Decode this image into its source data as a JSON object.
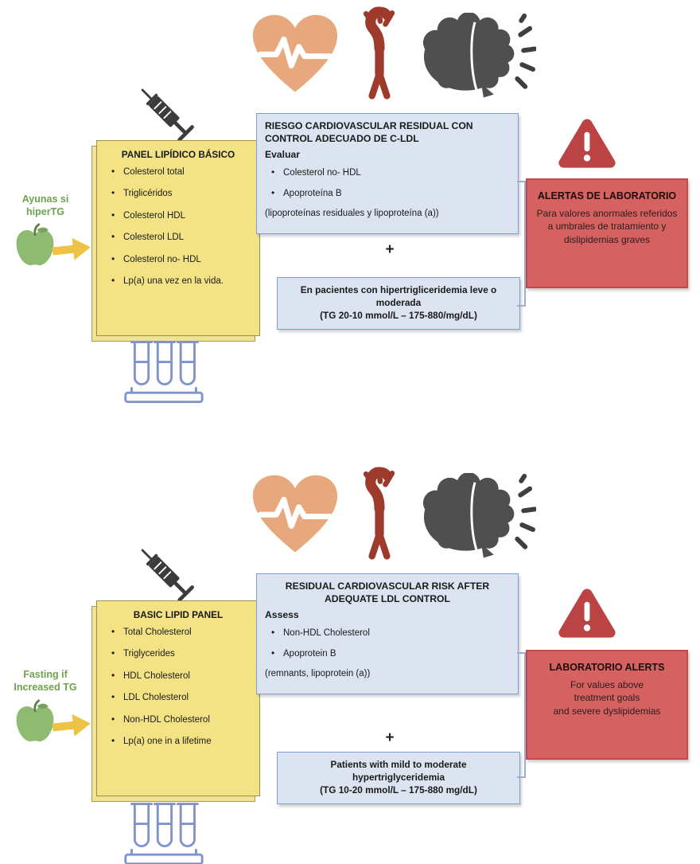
{
  "colors": {
    "yellow_box": "#f3e385",
    "blue_box": "#dbe4f0",
    "blue_border": "#7f9fd1",
    "red_box": "#d56161",
    "heart": "#e7a87d",
    "artery": "#9e3a2b",
    "brain": "#4f4f4f",
    "apple": "#8eba72",
    "arrow": "#eec345",
    "warning_triangle": "#bc4343",
    "tubes_outline": "#8093cc",
    "fasting_text": "#6da24e"
  },
  "icons": [
    "heart-ecg-icon",
    "artery-icon",
    "brain-icon",
    "syringe-icon",
    "apple-icon",
    "arrow-right-icon",
    "warning-triangle-icon",
    "test-tubes-icon"
  ],
  "panels": [
    {
      "lang": "es",
      "fasting_label": "Ayunas si\nhiperTG",
      "plus": "+",
      "lipid_panel": {
        "title": "PANEL LIPÍDICO BÁSICO",
        "items": [
          "Colesterol total",
          "Triglicéridos",
          "Colesterol HDL",
          "Colesterol LDL",
          "Colesterol no- HDL",
          "Lp(a) una vez en la vida."
        ]
      },
      "risk_box": {
        "title": "RIESGO CARDIOVASCULAR RESIDUAL CON CONTROL ADECUADO DE C-LDL",
        "subtitle": "Evaluar",
        "items": [
          "Colesterol no- HDL",
          "Apoproteína B"
        ],
        "note": "(lipoproteínas residuales y lipoproteína (a))"
      },
      "htg_box": {
        "line1": "En  pacientes con hipertrigliceridemia leve o moderada",
        "line2": "(TG 20-10 mmol/L – 175-880/mg/dL)"
      },
      "alert_box": {
        "title": "ALERTAS DE LABORATORIO",
        "body": "Para valores anormales referidos a umbrales de tratamiento y dislipidemias graves"
      }
    },
    {
      "lang": "en",
      "fasting_label": "Fasting if\nIncreased TG",
      "plus": "+",
      "lipid_panel": {
        "title": "BASIC LIPID PANEL",
        "items": [
          "Total Cholesterol",
          "Triglycerides",
          "HDL Cholesterol",
          "LDL Cholesterol",
          "Non-HDL Cholesterol",
          "Lp(a) one in a lifetime"
        ]
      },
      "risk_box": {
        "title": "RESIDUAL CARDIOVASCULAR RISK AFTER ADEQUATE LDL CONTROL",
        "subtitle": "Assess",
        "items": [
          "Non-HDL Cholesterol",
          "Apoprotein B"
        ],
        "note": "(remnants, lipoprotein (a))"
      },
      "htg_box": {
        "line1": "Patients with mild to moderate hypertriglyceridemia",
        "line2": "(TG 10-20 mmol/L – 175-880 mg/dL)"
      },
      "alert_box": {
        "title": "LABORATORIO ALERTS",
        "body": "For values above\ntreatment goals\nand severe dyslipidemias"
      }
    }
  ]
}
